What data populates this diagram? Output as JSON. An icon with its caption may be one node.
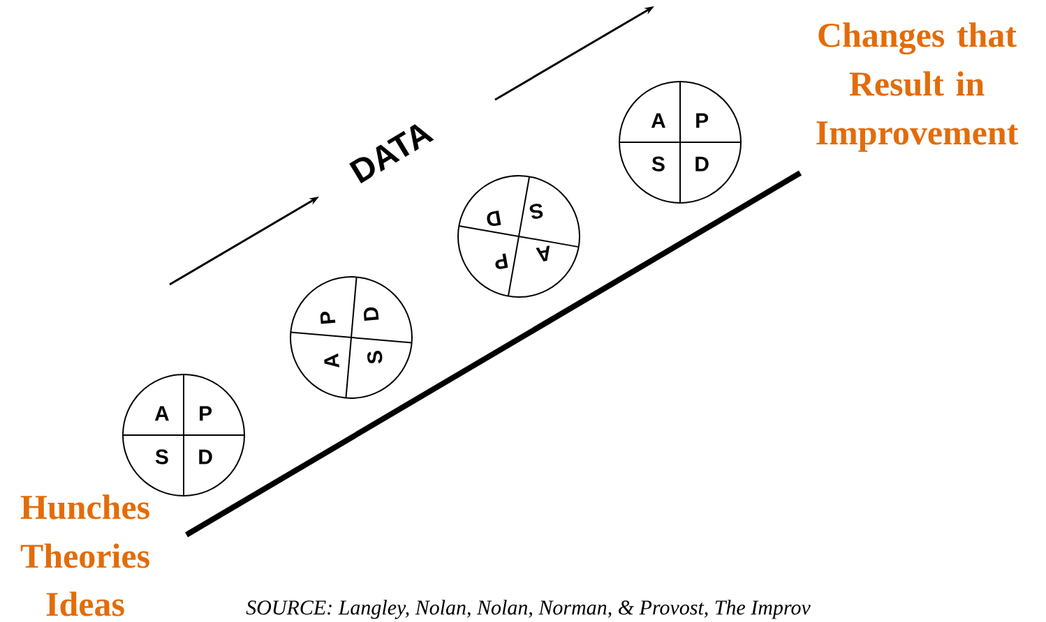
{
  "diagram": {
    "nodes": [
      {
        "text": [
          "A",
          "P",
          "S",
          "D"
        ]
      },
      {
        "text": [
          "A",
          "P",
          "S",
          "D"
        ]
      },
      {
        "text": [
          "A",
          "P",
          "S",
          "D"
        ]
      },
      {
        "text": [
          "A",
          "P",
          "S",
          "D"
        ]
      }
    ],
    "labels": [
      "DATA",
      "Changes that Result in Improvement",
      "Hunches",
      "Theories",
      "Ideas",
      "SOURCE: Langley, Nolan, Nolan, Norman, & Provost, The Improv"
    ]
  }
}
